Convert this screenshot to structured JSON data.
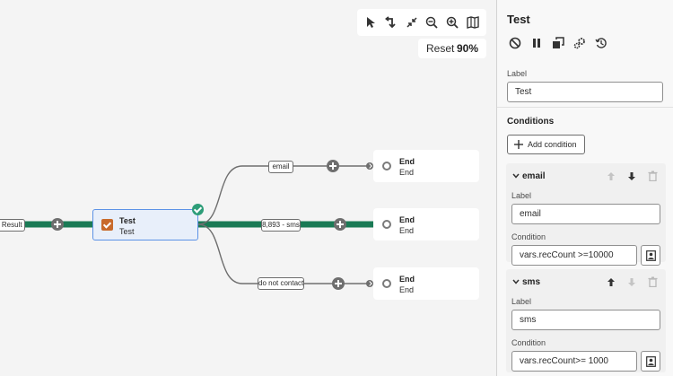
{
  "canvas": {
    "zoom": {
      "reset_label": "Reset",
      "level": "90%"
    },
    "toolbar": [
      {
        "name": "pointer-icon"
      },
      {
        "name": "rearrange-icon"
      },
      {
        "name": "collapse-icon"
      },
      {
        "name": "zoom-out-icon"
      },
      {
        "name": "zoom-in-icon"
      },
      {
        "name": "map-icon"
      }
    ],
    "incoming_label": "Result",
    "test_node": {
      "title": "Test",
      "subtitle": "Test"
    },
    "branches": [
      {
        "label": "email",
        "end_title": "End",
        "end_subtitle": "End"
      },
      {
        "label": "8,893 - sms",
        "end_title": "End",
        "end_subtitle": "End"
      },
      {
        "label": "do not contact",
        "end_title": "End",
        "end_subtitle": "End"
      }
    ],
    "colors": {
      "active_path": "#1a7a55",
      "line": "#6e6e6e"
    }
  },
  "panel": {
    "title": "Test",
    "actions": [
      "stop-icon",
      "pause-icon",
      "copy-icon",
      "settings-icon",
      "history-icon"
    ],
    "label_caption": "Label",
    "label_value": "Test",
    "conditions_title": "Conditions",
    "add_condition_label": "Add condition",
    "conditions": [
      {
        "name": "email",
        "label_caption": "Label",
        "label_value": "email",
        "condition_caption": "Condition",
        "condition_value": "vars.recCount >=10000"
      },
      {
        "name": "sms",
        "label_caption": "Label",
        "label_value": "sms",
        "condition_caption": "Condition",
        "condition_value": "vars.recCount>= 1000"
      }
    ]
  }
}
